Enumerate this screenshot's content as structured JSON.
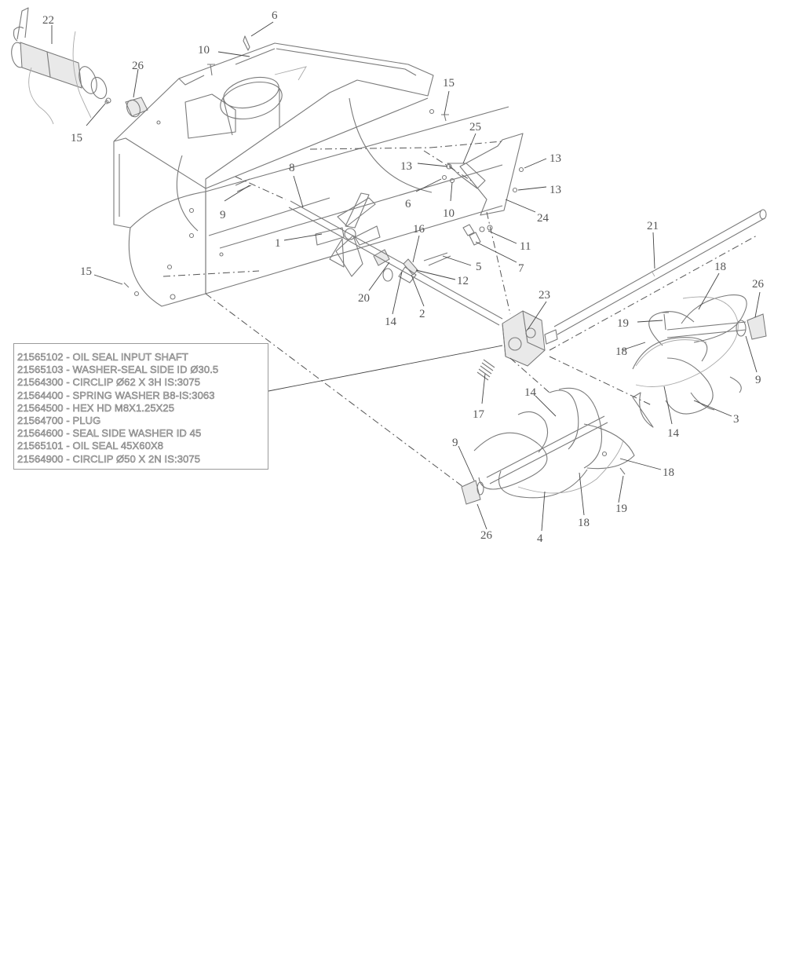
{
  "callouts": {
    "c22": "22",
    "c6a": "6",
    "c10a": "10",
    "c26a": "26",
    "c15a": "15",
    "c15b": "15",
    "c25": "25",
    "c13a": "13",
    "c13b": "13",
    "c13c": "13",
    "c6b": "6",
    "c10b": "10",
    "c24": "24",
    "c8": "8",
    "c9a": "9",
    "c1": "1",
    "c16": "16",
    "c5": "5",
    "c12": "12",
    "c11": "11",
    "c7": "7",
    "c21": "21",
    "c18a": "18",
    "c26b": "26",
    "c15c": "15",
    "c20": "20",
    "c14a": "14",
    "c2": "2",
    "c23": "23",
    "c19a": "19",
    "c18b": "18",
    "c9b": "9",
    "c17": "17",
    "c14b": "14",
    "c3": "3",
    "c14c": "14",
    "c9c": "9",
    "c18c": "18",
    "c19b": "19",
    "c18d": "18",
    "c26c": "26",
    "c4": "4"
  },
  "parts_list": [
    "21565102 - OIL SEAL INPUT SHAFT",
    "21565103 - WASHER-SEAL SIDE ID Ø30.5",
    "21564300 - CIRCLIP Ø62 X 3H IS:3075",
    "21564400 - SPRING WASHER B8-IS:3063",
    "21564500 - HEX HD M8X1.25X25",
    "21564700 - PLUG",
    "21564600 - SEAL SIDE WASHER ID 45",
    "21565101 - OIL SEAL 45X60X8",
    "21564900 - CIRCLIP Ø50 X 2N IS:3075"
  ]
}
